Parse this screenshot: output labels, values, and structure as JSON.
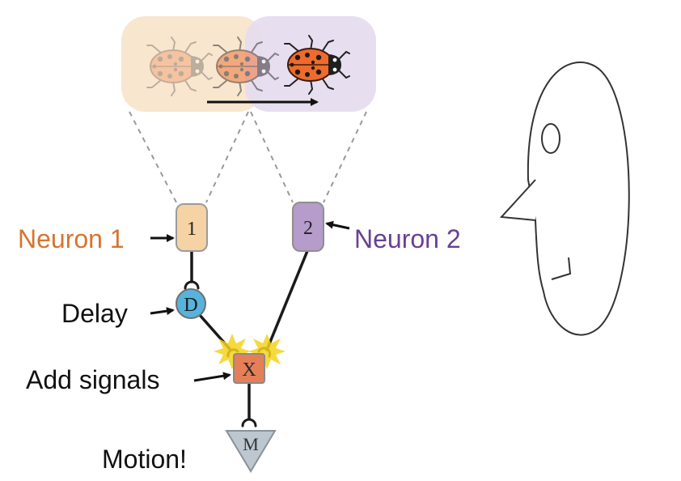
{
  "labels": {
    "neuron1": "Neuron 1",
    "neuron2": "Neuron 2",
    "delay": "Delay",
    "add_signals": "Add signals",
    "motion": "Motion!"
  },
  "nodes": {
    "n1": "1",
    "n2": "2",
    "delay": "D",
    "multiply": "X",
    "motion": "M"
  },
  "colors": {
    "neuron1_text": "#d7742f",
    "neuron2_text": "#6a3f94",
    "neuron1_fill": "#f6d3a4",
    "neuron2_fill": "#b59ccb",
    "delay_fill": "#58b3dc",
    "multiply_fill": "#e57f58",
    "motion_fill": "#bcc7cf",
    "field1_fill": "#f9e6cf",
    "field2_fill": "#e6dcee",
    "spark": "#f5d21b"
  },
  "icons": [
    "ladybug-icon",
    "arrow-right-icon",
    "face-profile-icon",
    "spark-icon"
  ]
}
